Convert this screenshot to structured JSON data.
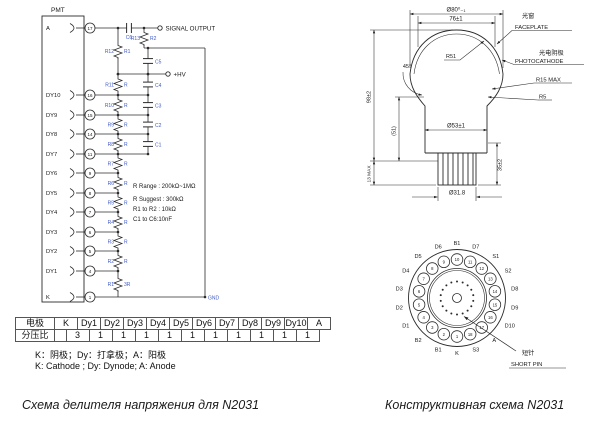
{
  "captions": {
    "left": "Схема делителя напряжения для N2031",
    "right": "Конструктивная схема N2031"
  },
  "schematic": {
    "title": "PMT",
    "terminals": {
      "signal_output": "SIGNAL OUTPUT",
      "hv": "+HV",
      "gnd": "GND"
    },
    "pins": [
      {
        "label": "A",
        "pin": "17"
      },
      {
        "label": "DY10",
        "pin": "16"
      },
      {
        "label": "DY9",
        "pin": "15"
      },
      {
        "label": "DY8",
        "pin": "14"
      },
      {
        "label": "DY7",
        "pin": "11"
      },
      {
        "label": "DY6",
        "pin": "9"
      },
      {
        "label": "DY5",
        "pin": "8"
      },
      {
        "label": "DY4",
        "pin": "7"
      },
      {
        "label": "DY3",
        "pin": "6"
      },
      {
        "label": "DY2",
        "pin": "5"
      },
      {
        "label": "DY1",
        "pin": "4"
      },
      {
        "label": "K",
        "pin": "1"
      }
    ],
    "resistors": [
      {
        "name": "R13",
        "value": "R2"
      },
      {
        "name": "R12",
        "value": "R1"
      },
      {
        "name": "R11",
        "value": "R"
      },
      {
        "name": "R10",
        "value": "R"
      },
      {
        "name": "R9",
        "value": "R"
      },
      {
        "name": "R8",
        "value": "R"
      },
      {
        "name": "R7",
        "value": "R"
      },
      {
        "name": "R6",
        "value": "R"
      },
      {
        "name": "R5",
        "value": "R"
      },
      {
        "name": "R4",
        "value": "R"
      },
      {
        "name": "R3",
        "value": "R"
      },
      {
        "name": "R2",
        "value": "R"
      },
      {
        "name": "R1",
        "value": "3R"
      }
    ],
    "capacitors": [
      "C6",
      "C5",
      "C4",
      "C3",
      "C2",
      "C1"
    ],
    "notes": [
      "R Range : 200kΩ~1MΩ",
      "R Suggest : 300kΩ",
      "R1 to R2 : 10kΩ",
      "C1 to C6:10nF"
    ]
  },
  "divider_table": {
    "electrode_header": "电极",
    "ratio_header": "分压比",
    "electrodes": [
      "K",
      "Dy1",
      "Dy2",
      "Dy3",
      "Dy4",
      "Dy5",
      "Dy6",
      "Dy7",
      "Dy8",
      "Dy9",
      "Dy10",
      "A"
    ],
    "ratios": [
      "3",
      "1",
      "1",
      "1",
      "1",
      "1",
      "1",
      "1",
      "1",
      "1",
      "1"
    ],
    "note_cn": "K：阴极；Dy：打拿极；A：阳极",
    "note_en": "K: Cathode ; Dy: Dynode; A: Anode"
  },
  "construction": {
    "dims": {
      "d80": "Ø80⁰₋₁",
      "d76": "76±1",
      "r51": "R51",
      "a45": "45°",
      "h98": "98±2",
      "h51": "(51)",
      "d53": "Ø53±1",
      "h35": "35±2",
      "h13": "13 MAX",
      "d31": "Ø31.8",
      "r15": "R15 MAX",
      "r5": "R5"
    },
    "labels": {
      "faceplate_cn": "光窗",
      "faceplate_en": "FACEPLATE",
      "photocathode_cn": "光电阴极",
      "photocathode_en": "PHOTOCATHODE",
      "short_pin_cn": "短针",
      "short_pin_en": "SHORT PIN"
    },
    "base_pins": [
      {
        "num": "1",
        "label": "K"
      },
      {
        "num": "2",
        "label": "B1"
      },
      {
        "num": "3",
        "label": "B2"
      },
      {
        "num": "4",
        "label": "D1"
      },
      {
        "num": "5",
        "label": "D2"
      },
      {
        "num": "6",
        "label": "D3"
      },
      {
        "num": "7",
        "label": "D4"
      },
      {
        "num": "8",
        "label": "D5"
      },
      {
        "num": "9",
        "label": "D6"
      },
      {
        "num": "10",
        "label": "B1"
      },
      {
        "num": "11",
        "label": "D7"
      },
      {
        "num": "12",
        "label": "S1"
      },
      {
        "num": "13",
        "label": "S2"
      },
      {
        "num": "14",
        "label": "D8"
      },
      {
        "num": "15",
        "label": "D9"
      },
      {
        "num": "16",
        "label": "D10"
      },
      {
        "num": "17",
        "label": "A"
      },
      {
        "num": "18",
        "label": "S3"
      }
    ]
  }
}
